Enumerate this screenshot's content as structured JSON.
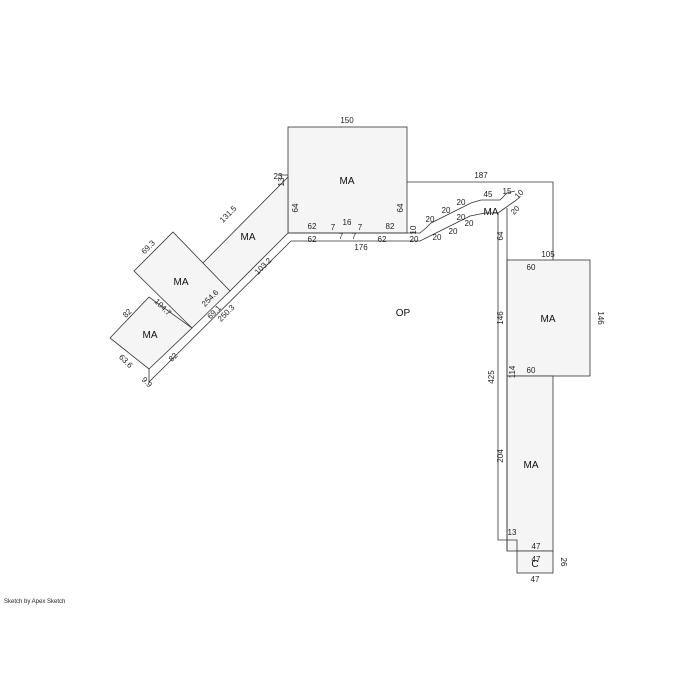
{
  "labels": {
    "ma_top": "MA",
    "ma_diag_upper": "MA",
    "ma_diag_mid": "MA",
    "ma_diag_lower": "MA",
    "ma_small": "MA",
    "ma_right": "MA",
    "ma_right_lower": "MA",
    "c": "C",
    "op": "OP"
  },
  "dimensions": {
    "d150": "150",
    "d64_left": "64",
    "d64_right": "64",
    "d62_a": "62",
    "d62_b": "62",
    "d62_c": "62",
    "d82_a": "82",
    "d16": "16",
    "d7_a": "7",
    "d7_b": "7",
    "d7_c": "7",
    "d7_d": "7",
    "d176": "176",
    "d187": "187",
    "d45": "45",
    "d15": "15",
    "d10_a": "10",
    "d10_b": "10",
    "d20_a": "20",
    "d20_b": "20",
    "d20_c": "20",
    "d20_d": "20",
    "d20_e": "20",
    "d20_f": "20",
    "d20_g": "20",
    "d20_h": "20",
    "d20_i": "20",
    "d64_v": "64",
    "d105": "105",
    "d60_top": "60",
    "d146_right": "146",
    "d146_left": "146",
    "d60_bot": "60",
    "d425": "425",
    "d114": "114",
    "d204": "204",
    "d13": "13",
    "d47_a": "47",
    "d47_b": "47",
    "d47_c": "47",
    "d26": "26",
    "d131_5": "131.5",
    "d23": "23",
    "d13_b": "13",
    "d103_2": "103.2",
    "d69_3": "69.3",
    "d254_6": "254.6",
    "d104_7": "104.7",
    "d82_b": "82",
    "d69_1": "69.1",
    "d250_3": "250.3",
    "d82_c": "82",
    "d63_6": "63.6",
    "d9_9": "9.9"
  },
  "footer": {
    "credit": "Sketch by Apex Sketch"
  }
}
